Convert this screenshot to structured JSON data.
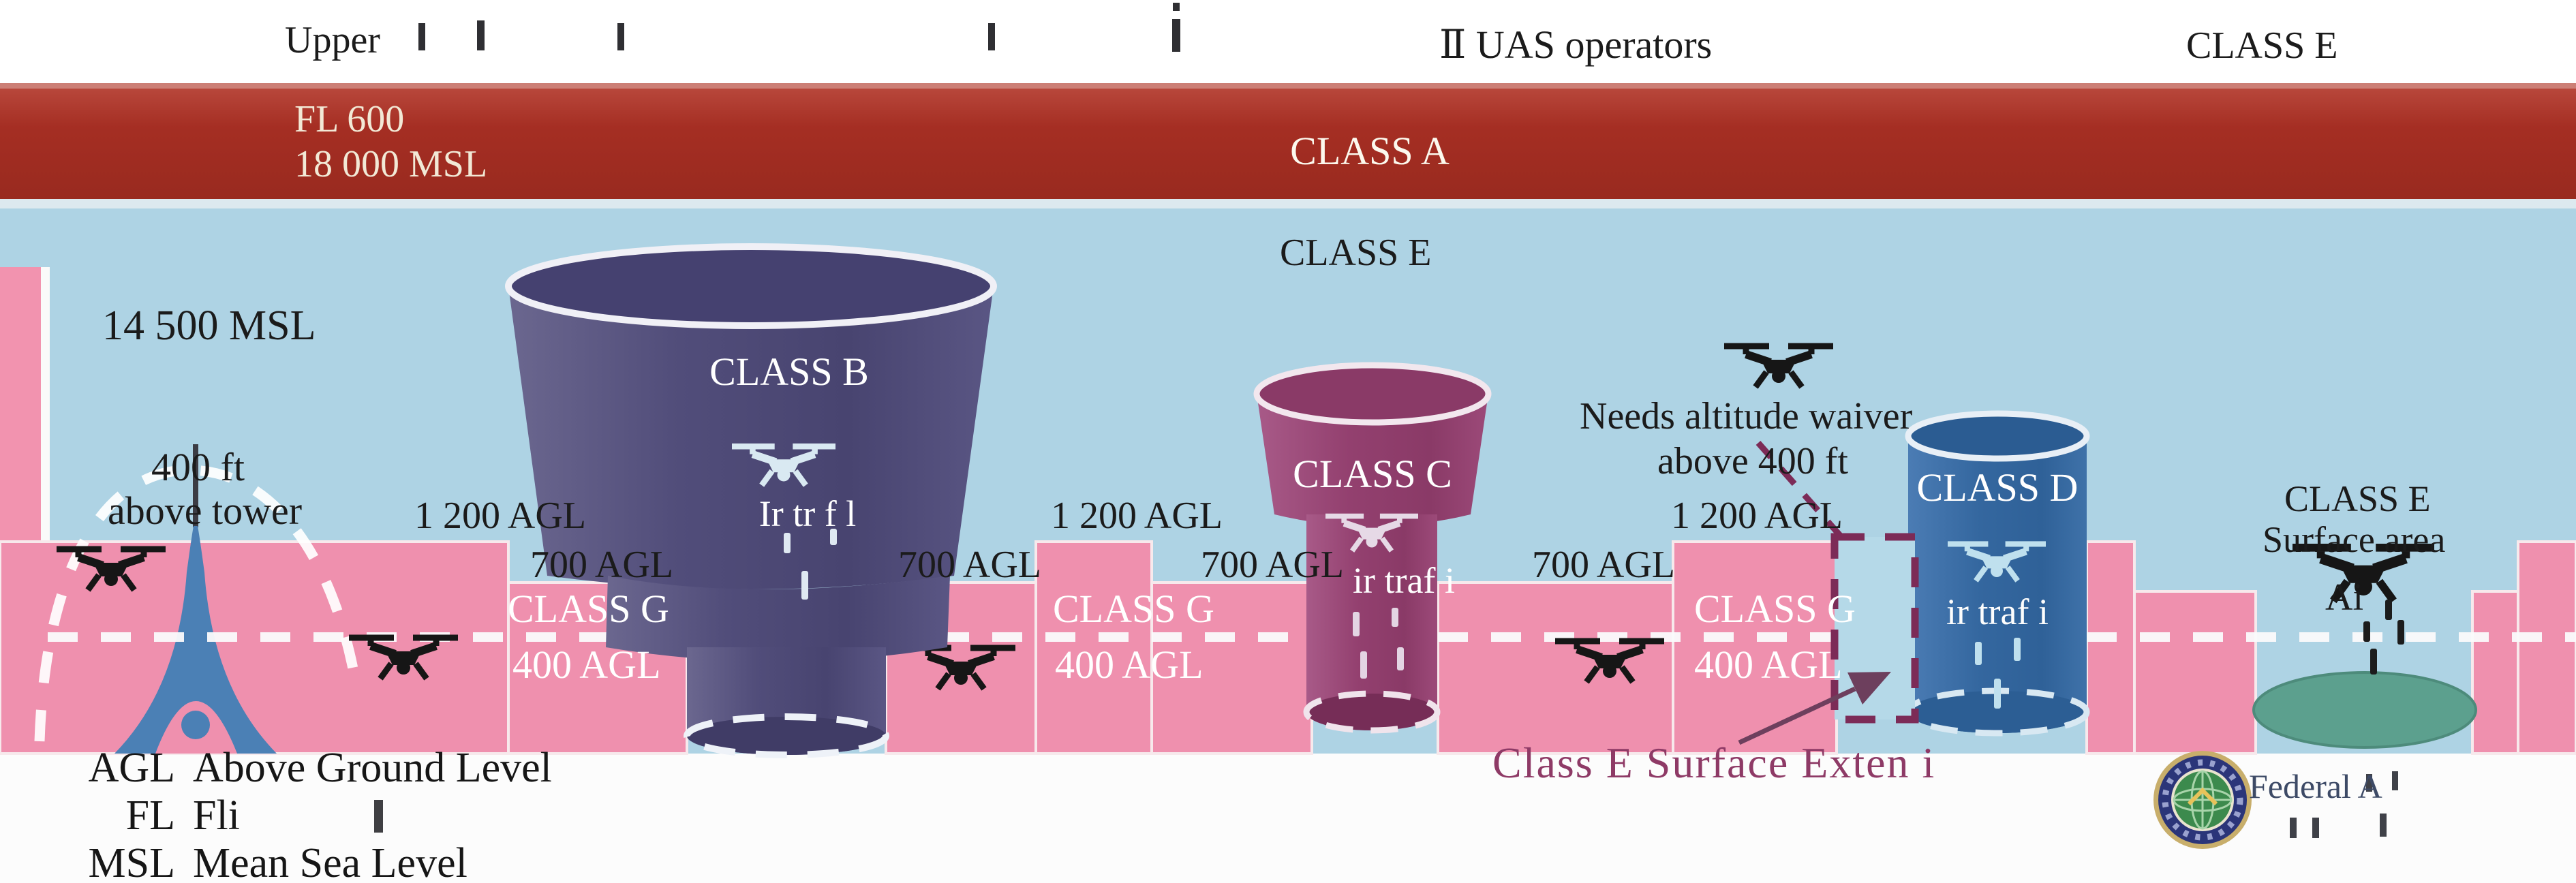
{
  "colors": {
    "class_a_red": "#a52e23",
    "sky_blue": "#aed3e4",
    "class_g_pink": "#ef90ae",
    "class_b_purple": "#4f4b78",
    "class_c_plum": "#93406f",
    "class_d_blue": "#34679f",
    "surface_teal": "#5ca08e",
    "extension_outline": "#7c2b57",
    "extension_text": "#8e3a66",
    "dashed_line_white": "#fbfbfc"
  },
  "icons": {
    "drone": "quadcopter-drone-icon",
    "tower": "radio-tower-icon",
    "faa_seal": "faa-seal-icon",
    "extension_arrow": "arrow-icon"
  },
  "top_band": {
    "upper": "Upper",
    "uas_operators": "Ⅱ UAS operators",
    "class_e": "CLASS E"
  },
  "class_a": {
    "fl": "FL 600",
    "msl": "18 000 MSL",
    "label": "CLASS A"
  },
  "class_e_upper": {
    "label": "CLASS E"
  },
  "altitudes": {
    "msl_14500": "14 500 MSL",
    "agl_1200": "1 200 AGL",
    "agl_700": "700 AGL",
    "agl_400": "400 AGL"
  },
  "tower": {
    "line1": "400 ft",
    "line2": "above tower"
  },
  "class_b": {
    "label": "CLASS B",
    "sub": "Ir tr f l"
  },
  "class_c": {
    "label": "CLASS C",
    "sub": "ir traf i"
  },
  "class_d": {
    "label": "CLASS D",
    "sub": "ir traf i"
  },
  "class_g": {
    "label": "CLASS G"
  },
  "waiver": {
    "line1": "Needs altitude waiver",
    "line2": "above 400 ft"
  },
  "class_e_surface": {
    "line1": "CLASS E",
    "line2": "Surface area",
    "airport": "Ai"
  },
  "extension": {
    "label": "Class E Surface Exten i"
  },
  "legend": {
    "items": [
      {
        "abbr": "AGL",
        "desc": "Above Ground Level"
      },
      {
        "abbr": "FL",
        "desc": "Fli"
      },
      {
        "abbr": "MSL",
        "desc": "Mean Sea Level"
      }
    ]
  },
  "faa": {
    "label": "Federal A"
  }
}
